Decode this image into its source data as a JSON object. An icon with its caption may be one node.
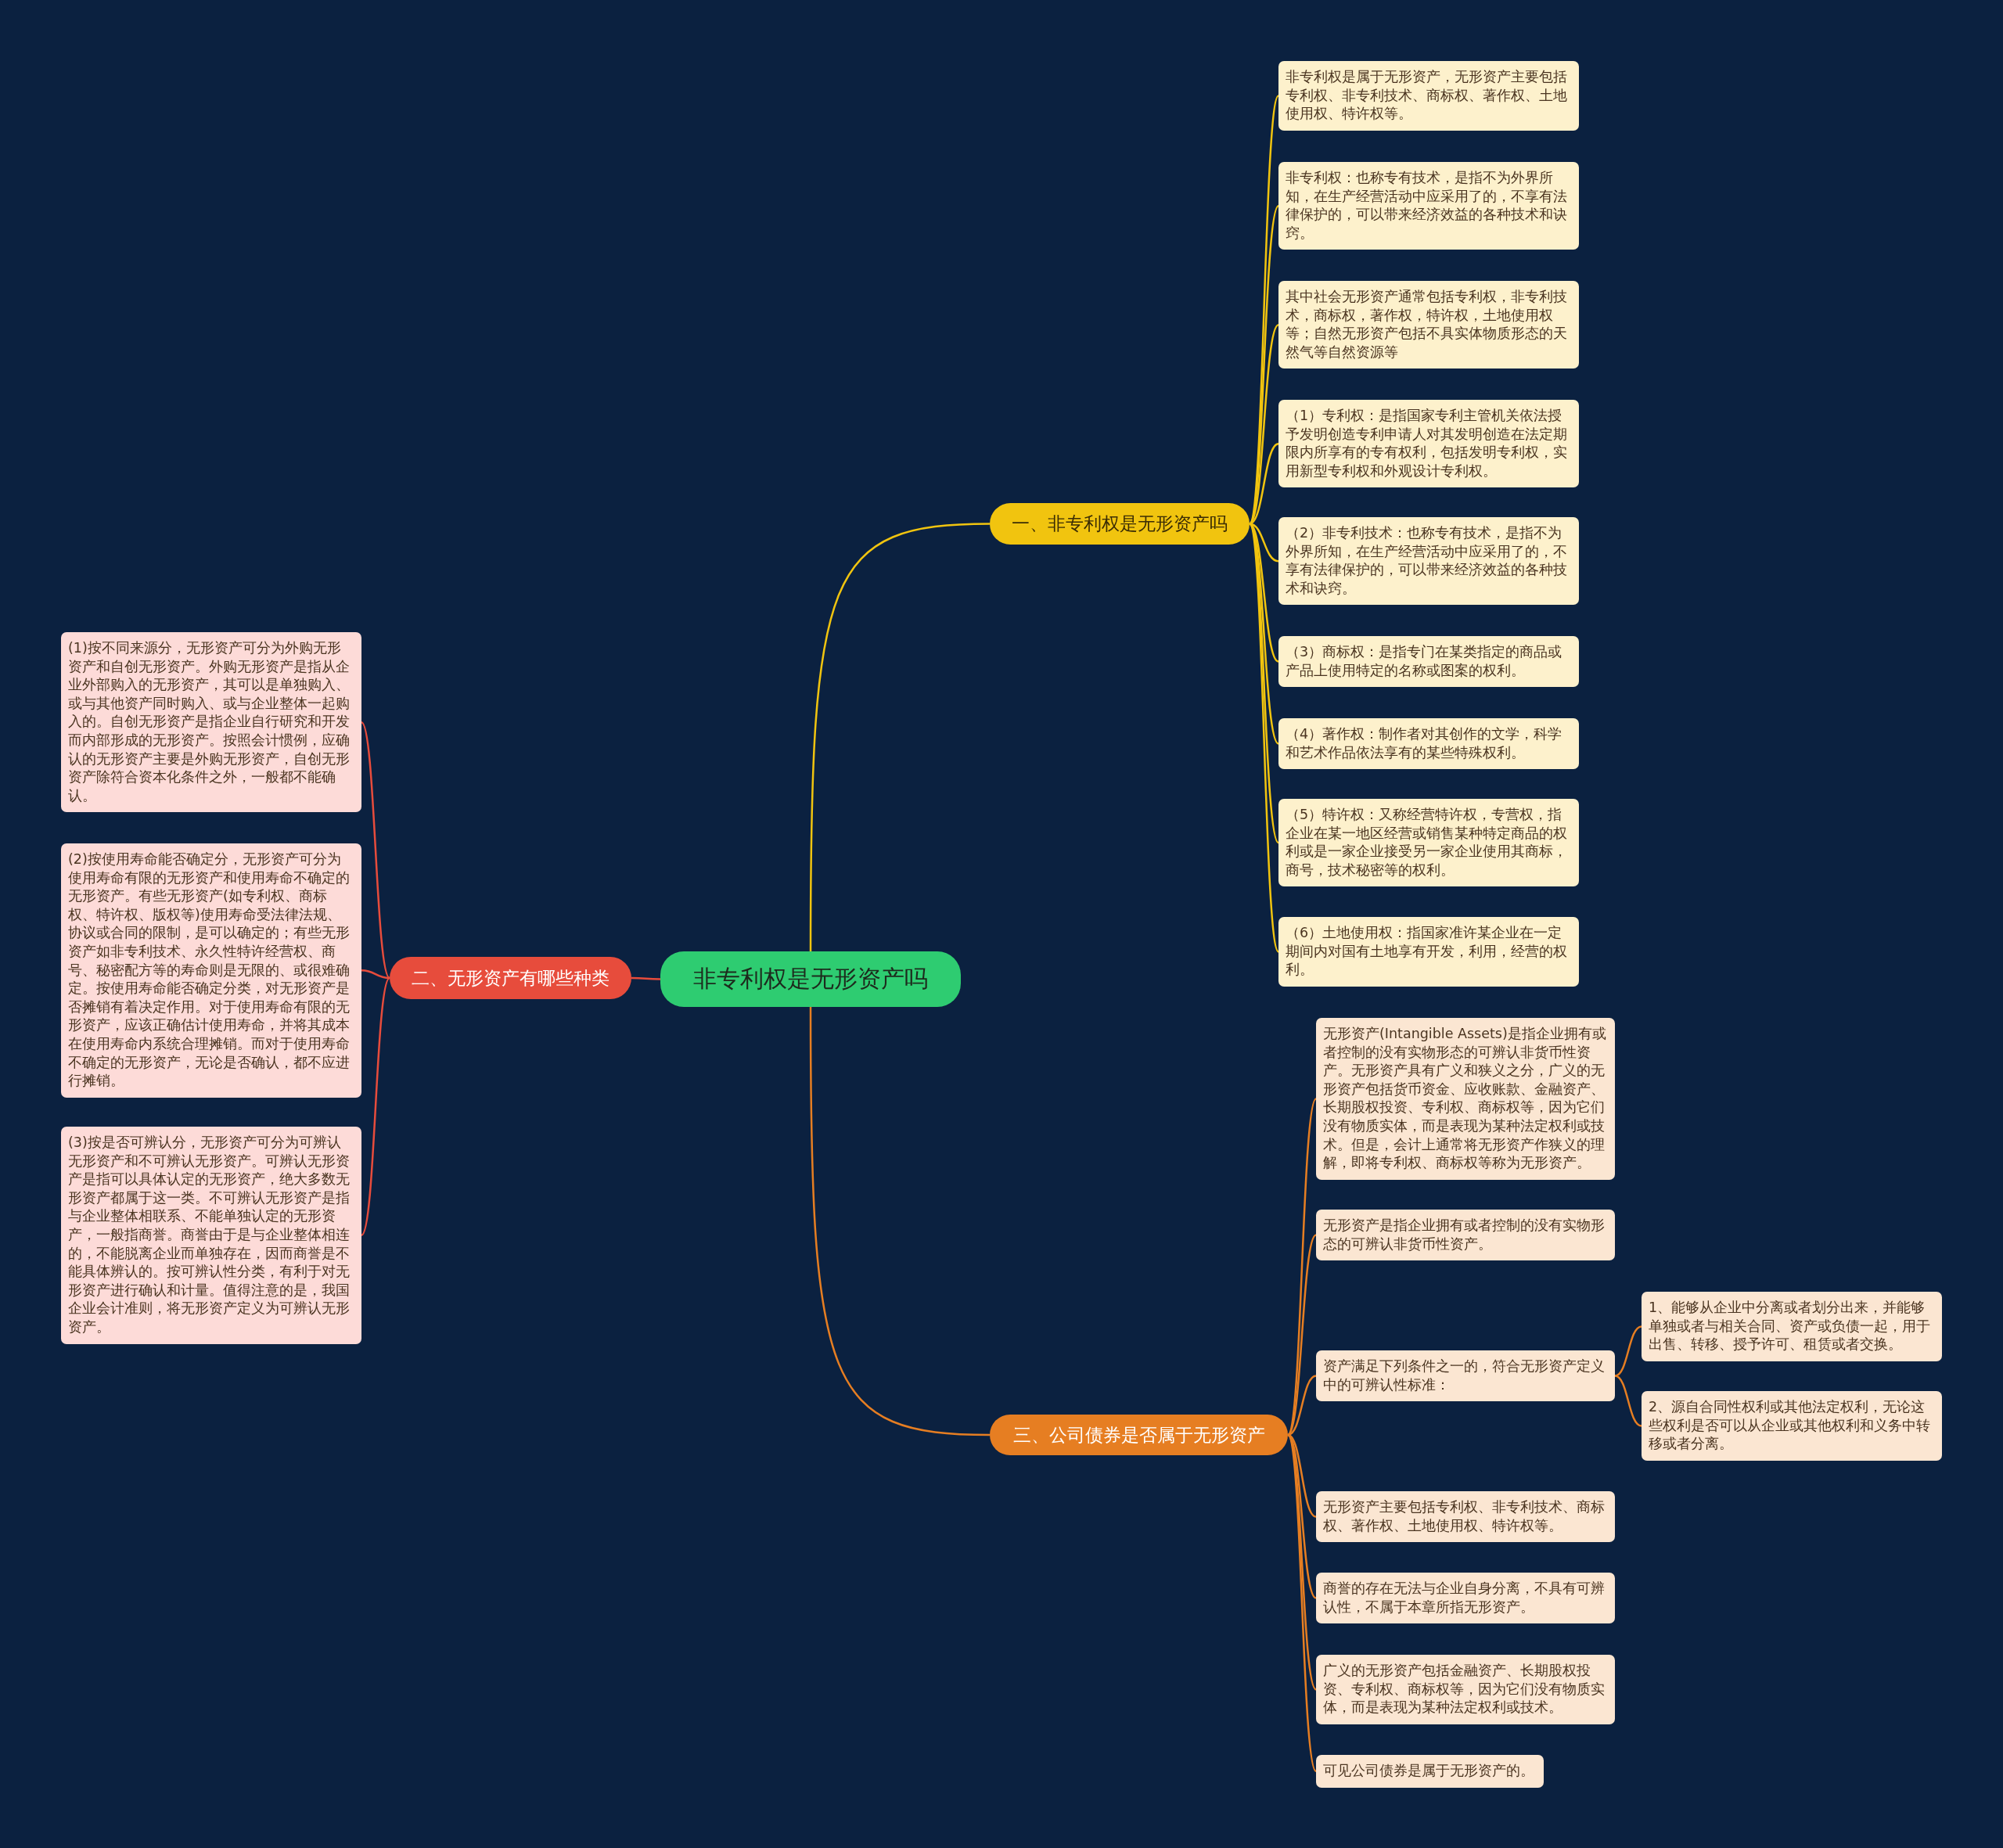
{
  "diagram": {
    "nodes": [
      {
        "text": [
          "非专利权是无形资产吗"
        ]
      },
      {
        "text": [
          "一、非专利权是无形资产吗"
        ]
      },
      {
        "text": [
          "非专利权是属于无形资产，无形资产主要包括专利权、非专利技术、商标权、著作权、土地使用权、特许权等。"
        ]
      },
      {
        "text": [
          "非专利权：也称专有技术，是指不为外界所知，在生产经营活动中应采用了的，不享有法律保护的，可以带来经济效益的各种技术和诀窍。"
        ]
      },
      {
        "text": [
          "其中社会无形资产通常包括专利权，非专利技术，商标权，著作权，特许权，土地使用权等；自然无形资产包括不具实体物质形态的天然气等自然资源等"
        ]
      },
      {
        "text": [
          "（1）专利权：是指国家专利主管机关依法授予发明创造专利申请人对其发明创造在法定期限内所享有的专有权利，包括发明专利权，实用新型专利权和外观设计专利权。"
        ]
      },
      {
        "text": [
          "（2）非专利技术：也称专有技术，是指不为外界所知，在生产经营活动中应采用了的，不享有法律保护的，可以带来经济效益的各种技术和诀窍。"
        ]
      },
      {
        "text": [
          "（3）商标权：是指专门在某类指定的商品或产品上使用特定的名称或图案的权利。"
        ]
      },
      {
        "text": [
          "（4）著作权：制作者对其创作的文学，科学和艺术作品依法享有的某些特殊权利。"
        ]
      },
      {
        "text": [
          "（5）特许权：又称经营特许权，专营权，指企业在某一地区经营或销售某种特定商品的权利或是一家企业接受另一家企业使用其商标，商号，技术秘密等的权利。"
        ]
      },
      {
        "text": [
          "（6）土地使用权：指国家准许某企业在一定期间内对国有土地享有开发，利用，经营的权利。"
        ]
      },
      {
        "text": [
          "二、无形资产有哪些种类"
        ]
      },
      {
        "text": [
          "(1)按不同来源分，无形资产可分为外购无形资产和自创无形资产。外购无形资产是指从企业外部购入的无形资产，其可以是单独购入、或与其他资产同时购入、或与企业整体一起购入的。自创无形资产是指企业自行研究和开发而内部形成的无形资产。按照会计惯例，应确认的无形资产主要是外购无形资产，自创无形资产除符合资本化条件之外，一般都不能确认。"
        ]
      },
      {
        "text": [
          "(2)按使用寿命能否确定分，无形资产可分为使用寿命有限的无形资产和使用寿命不确定的无形资产。有些无形资产(如专利权、商标权、特许权、版权等)使用寿命受法律法规、协议或合同的限制，是可以确定的；有些无形资产如非专利技术、永久性特许经营权、商号、秘密配方等的寿命则是无限的、或很难确定。按使用寿命能否确定分类，对无形资产是否摊销有着决定作用。对于使用寿命有限的无形资产，应该正确估计使用寿命，并将其成本在使用寿命内系统合理摊销。而对于使用寿命不确定的无形资产，无论是否确认，都不应进行摊销。"
        ]
      },
      {
        "text": [
          "(3)按是否可辨认分，无形资产可分为可辨认无形资产和不可辨认无形资产。可辨认无形资产是指可以具体认定的无形资产，绝大多数无形资产都属于这一类。不可辨认无形资产是指与企业整体相联系、不能单独认定的无形资产，一般指商誉。商誉由于是与企业整体相连的，不能脱离企业而单独存在，因而商誉是不能具体辨认的。按可辨认性分类，有利于对无形资产进行确认和计量。值得注意的是，我国企业会计准则，将无形资产定义为可辨认无形资产。"
        ]
      },
      {
        "text": [
          "三、公司债券是否属于无形资产"
        ]
      },
      {
        "text": [
          "无形资产(Intangible Assets)是指企业拥有或者控制的没有实物形态的可辨认非货币性资产。无形资产具有广义和狭义之分，广义的无形资产包括货币资金、应收账款、金融资产、长期股权投资、专利权、商标权等，因为它们没有物质实体，而是表现为某种法定权利或技术。但是，会计上通常将无形资产作狭义的理解，即将专利权、商标权等称为无形资产。"
        ]
      },
      {
        "text": [
          "无形资产是指企业拥有或者控制的没有实物形态的可辨认非货币性资产。"
        ]
      },
      {
        "text": [
          "资产满足下列条件之一的，符合无形资产定义中的可辨认性标准："
        ]
      },
      {
        "text": [
          "1、能够从企业中分离或者划分出来，并能够单独或者与相关合同、资产或负债一起，用于出售、转移、授予许可、租赁或者交换。"
        ]
      },
      {
        "text": [
          "2、源自合同性权利或其他法定权利，无论这些权利是否可以从企业或其他权利和义务中转移或者分离。"
        ]
      },
      {
        "text": [
          "无形资产主要包括专利权、非专利技术、商标权、著作权、土地使用权、特许权等。"
        ]
      },
      {
        "text": [
          "商誉的存在无法与企业自身分离，不具有可辨认性，不属于本章所指无形资产。"
        ]
      },
      {
        "text": [
          "广义的无形资产包括金融资产、长期股权投资、专利权、商标权等，因为它们没有物质实体，而是表现为某种法定权利或技术。"
        ]
      },
      {
        "text": [
          "可见公司债券是属于无形资产的。"
        ]
      }
    ],
    "edges": [
      {
        "from": 0,
        "to": 1,
        "arrow": "none",
        "color": "#f1c40f"
      },
      {
        "from": 1,
        "to": 2,
        "arrow": "none",
        "color": "#f1c40f"
      },
      {
        "from": 1,
        "to": 3,
        "arrow": "none",
        "color": "#f1c40f"
      },
      {
        "from": 1,
        "to": 4,
        "arrow": "none",
        "color": "#f1c40f"
      },
      {
        "from": 1,
        "to": 5,
        "arrow": "none",
        "color": "#f1c40f"
      },
      {
        "from": 1,
        "to": 6,
        "arrow": "none",
        "color": "#f1c40f"
      },
      {
        "from": 1,
        "to": 7,
        "arrow": "none",
        "color": "#f1c40f"
      },
      {
        "from": 1,
        "to": 8,
        "arrow": "none",
        "color": "#f1c40f"
      },
      {
        "from": 1,
        "to": 9,
        "arrow": "none",
        "color": "#f1c40f"
      },
      {
        "from": 1,
        "to": 10,
        "arrow": "none",
        "color": "#f1c40f"
      },
      {
        "from": 0,
        "to": 11,
        "arrow": "none",
        "color": "#e74c3c"
      },
      {
        "from": 11,
        "to": 12,
        "arrow": "none",
        "color": "#e74c3c"
      },
      {
        "from": 11,
        "to": 13,
        "arrow": "none",
        "color": "#e74c3c"
      },
      {
        "from": 11,
        "to": 14,
        "arrow": "none",
        "color": "#e74c3c"
      },
      {
        "from": 0,
        "to": 15,
        "arrow": "none",
        "color": "#e67e22"
      },
      {
        "from": 15,
        "to": 16,
        "arrow": "none",
        "color": "#e67e22"
      },
      {
        "from": 15,
        "to": 17,
        "arrow": "none",
        "color": "#e67e22"
      },
      {
        "from": 15,
        "to": 18,
        "arrow": "none",
        "color": "#e67e22"
      },
      {
        "from": 18,
        "to": 19,
        "arrow": "none",
        "color": "#e67e22"
      },
      {
        "from": 18,
        "to": 20,
        "arrow": "none",
        "color": "#e67e22"
      },
      {
        "from": 15,
        "to": 21,
        "arrow": "none",
        "color": "#e67e22"
      },
      {
        "from": 15,
        "to": 22,
        "arrow": "none",
        "color": "#e67e22"
      },
      {
        "from": 15,
        "to": 23,
        "arrow": "none",
        "color": "#e67e22"
      },
      {
        "from": 15,
        "to": 24,
        "arrow": "none",
        "color": "#e67e22"
      }
    ]
  }
}
